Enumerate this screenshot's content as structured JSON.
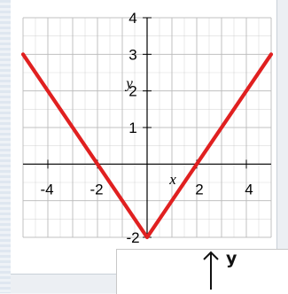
{
  "chart_data": {
    "type": "line",
    "series": [
      {
        "values": [
          3,
          0,
          -2,
          0,
          3
        ],
        "x": [
          -5,
          -2,
          0,
          2,
          5
        ]
      }
    ],
    "xlabel": "x",
    "ylabel": "y",
    "xlim": [
      -5,
      5
    ],
    "ylim": [
      -2,
      4
    ],
    "xticks": [
      -4,
      -2,
      2,
      4
    ],
    "yticks": [
      -2,
      1,
      2,
      3,
      4
    ],
    "grid": true,
    "legend": "none",
    "colors": {
      "line": "#e02020",
      "grid": "#bdbdbd",
      "axis": "#000000"
    }
  },
  "overlay": {
    "axis_label": "y"
  }
}
